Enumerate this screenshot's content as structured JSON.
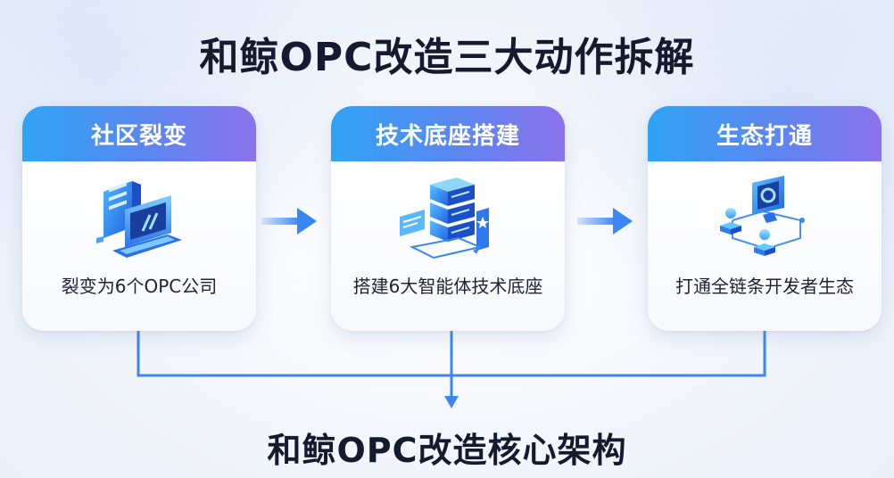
{
  "title": "和鲸OPC改造三大动作拆解",
  "cards": [
    {
      "heading": "社区裂变",
      "description": "裂变为6个OPC公司",
      "icon": "computer-monitor-icon"
    },
    {
      "heading": "技术底座搭建",
      "description": "搭建6大智能体技术底座",
      "icon": "server-stack-icon"
    },
    {
      "heading": "生态打通",
      "description": "打通全链条开发者生态",
      "icon": "network-nodes-icon"
    }
  ],
  "footer": "和鲸OPC改造核心架构",
  "colors": {
    "header_gradient_start": "#2fa3f5",
    "header_gradient_end": "#8a72ea",
    "accent_blue": "#2f7cf0",
    "title_text": "#141b2e"
  }
}
